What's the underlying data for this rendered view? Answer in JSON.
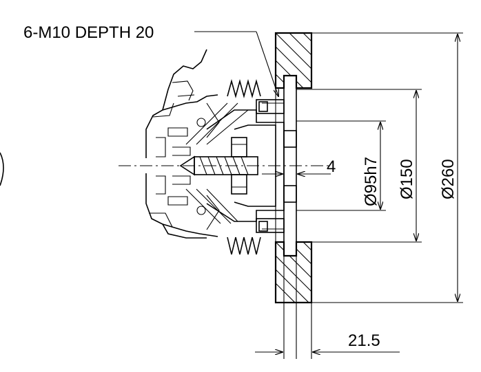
{
  "callout": {
    "text": "6-M10 DEPTH 20"
  },
  "dimensions": {
    "bore": "Ø95h7",
    "pcd": "Ø150",
    "outer": "Ø260",
    "gap": "4",
    "offset": "21.5"
  },
  "colors": {
    "line": "#000000",
    "background": "#ffffff"
  }
}
